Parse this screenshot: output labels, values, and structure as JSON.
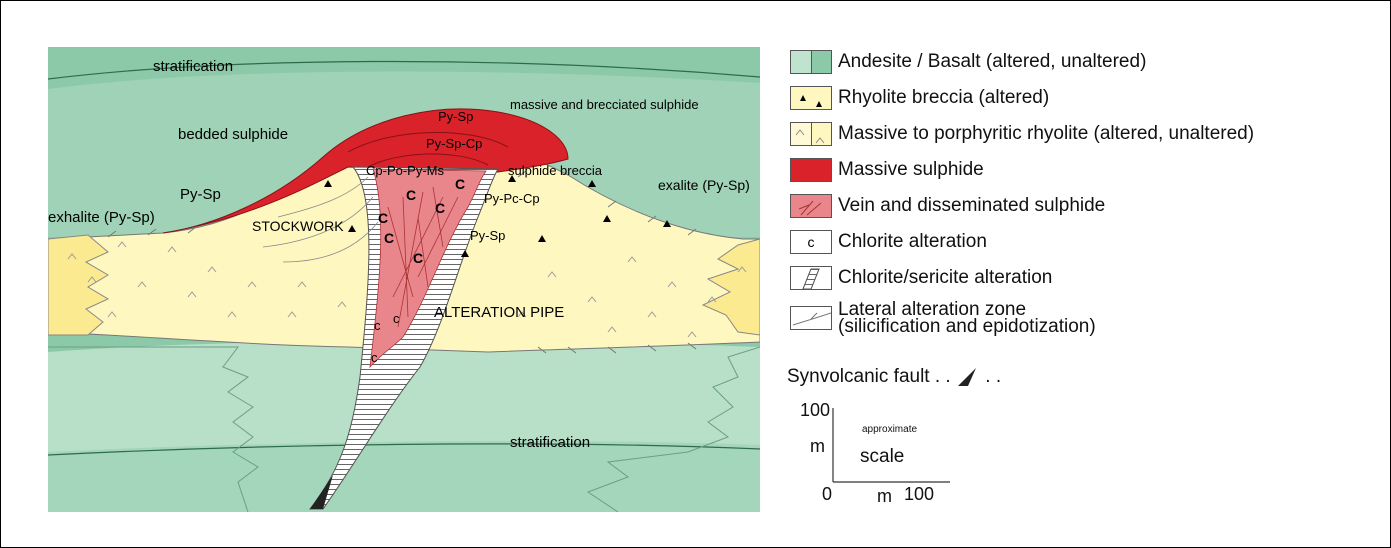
{
  "diagram": {
    "labels": {
      "stratification_top": "stratification",
      "stratification_bottom": "stratification",
      "bedded_sulphide": "bedded sulphide",
      "massive_brecciated": "massive and brecciated sulphide",
      "py_sp_top": "Py-Sp",
      "py_sp_cp": "Py-Sp-Cp",
      "cp_po_py_ms": "Cp-Po-Py-Ms",
      "sulphide_breccia": "sulphide breccia",
      "py_pc_cp": "Py-Pc-Cp",
      "py_sp_pipe": "Py-Sp",
      "exalite": "exalite (Py-Sp)",
      "py_sp_left": "Py-Sp",
      "exhalite": "exhalite (Py-Sp)",
      "stockwork": "STOCKWORK",
      "alteration_pipe": "ALTERATION PIPE",
      "chlorite_c": "C",
      "chlorite_c_small": "c"
    }
  },
  "legend": {
    "items": [
      {
        "key": "andesite",
        "label": "Andesite / Basalt (altered, unaltered)",
        "color": "#8cc9a8"
      },
      {
        "key": "rhyolite_breccia",
        "label": "Rhyolite breccia (altered)",
        "color": "#fff7c0"
      },
      {
        "key": "massive_rhyolite",
        "label": "Massive to porphyritic rhyolite (altered, unaltered)",
        "color": "#fff7c0"
      },
      {
        "key": "massive_sulphide",
        "label": "Massive sulphide",
        "color": "#d9222a"
      },
      {
        "key": "vein_sulphide",
        "label": "Vein and disseminated sulphide",
        "color": "#e9868b"
      },
      {
        "key": "chlorite",
        "label": "Chlorite alteration",
        "symbol": "c"
      },
      {
        "key": "chlorite_sericite",
        "label": "Chlorite/sericite alteration"
      },
      {
        "key": "lateral",
        "label": "Lateral alteration zone",
        "label2": "(silicification and epidotization)"
      }
    ],
    "fault_label": "Synvolcanic fault . .",
    "fault_dots": ". .",
    "scale": {
      "y_max": "100",
      "y_unit": "m",
      "approx": "approximate",
      "scale_word": "scale",
      "origin": "0",
      "x_unit": "m",
      "x_max": "100"
    }
  }
}
